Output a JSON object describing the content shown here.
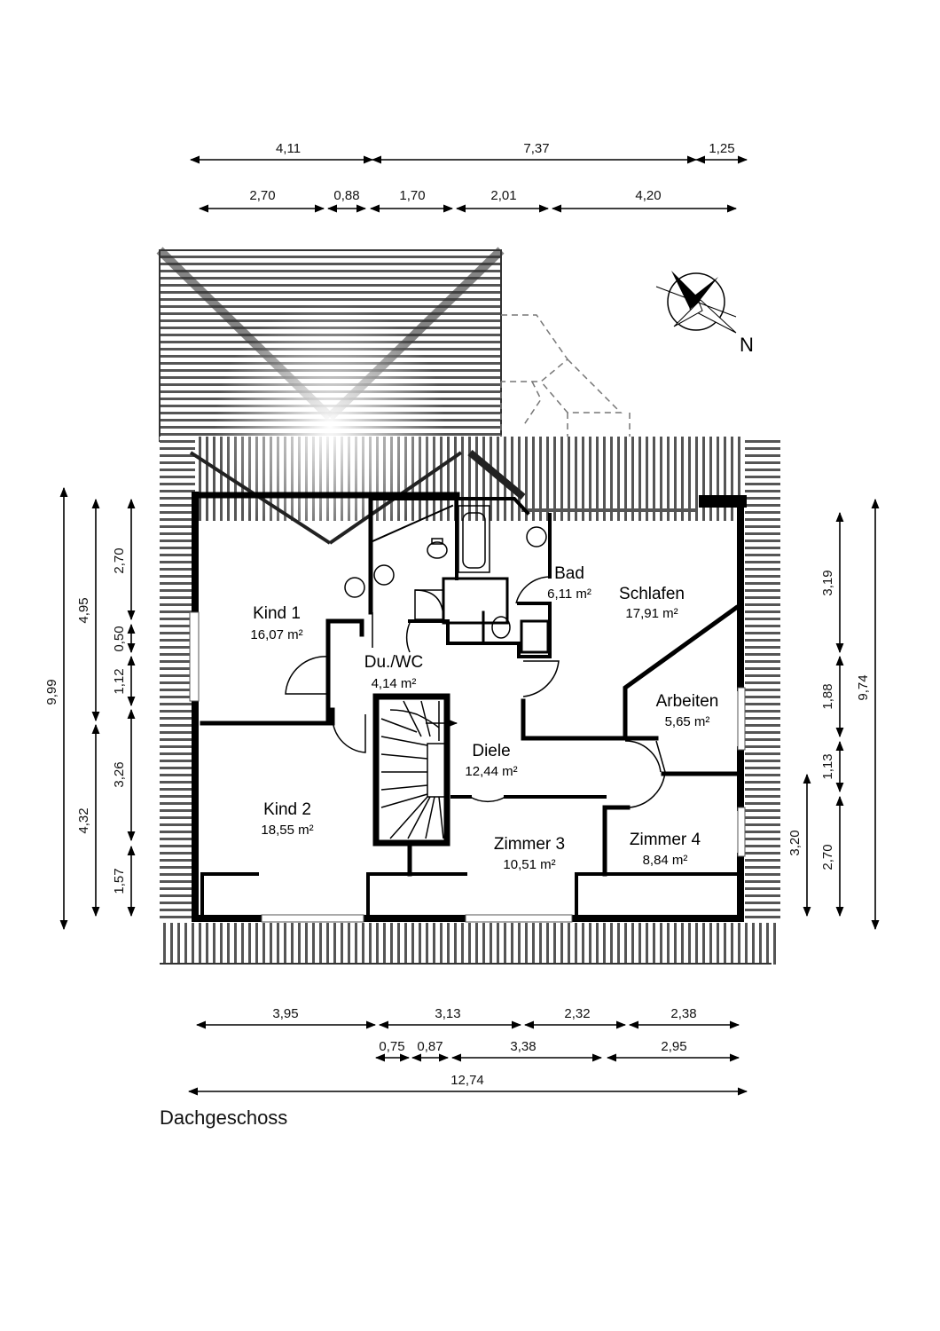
{
  "title": "Dachgeschoss",
  "north_label": "N",
  "rooms": [
    {
      "name": "Kind 1",
      "area": "16,07 m²"
    },
    {
      "name": "Du./WC",
      "area": "4,14 m²"
    },
    {
      "name": "Bad",
      "area": "6,11 m²"
    },
    {
      "name": "Schlafen",
      "area": "17,91 m²"
    },
    {
      "name": "Arbeiten",
      "area": "5,65 m²"
    },
    {
      "name": "Diele",
      "area": "12,44 m²"
    },
    {
      "name": "Kind 2",
      "area": "18,55 m²"
    },
    {
      "name": "Zimmer 3",
      "area": "10,51 m²"
    },
    {
      "name": "Zimmer 4",
      "area": "8,84 m²"
    }
  ],
  "dimensions": {
    "top_row1": [
      "4,11",
      "7,37",
      "1,25"
    ],
    "top_row2": [
      "2,70",
      "0,88",
      "1,70",
      "2,01",
      "4,20"
    ],
    "bottom_row1": [
      "3,95",
      "3,13",
      "2,32",
      "2,38"
    ],
    "bottom_row2": [
      "0,75",
      "0,87",
      "3,38",
      "2,95"
    ],
    "bottom_total": "12,74",
    "left_outer": "9,99",
    "left_mid": [
      "4,95",
      "4,32"
    ],
    "left_inner": [
      "2,70",
      "0,50",
      "1,12",
      "3,26",
      "1,57"
    ],
    "right_outer": "9,74",
    "right_inner": [
      "3,19",
      "1,88",
      "1,13",
      "2,70"
    ],
    "right_extra": "3,20"
  }
}
